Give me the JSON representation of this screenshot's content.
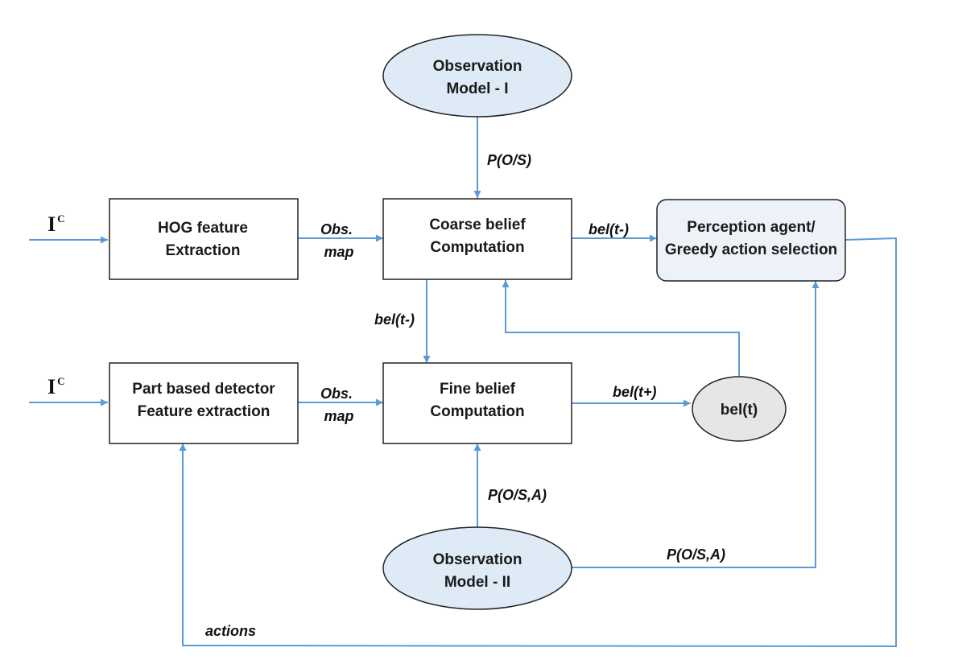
{
  "nodes": {
    "observation_model_1": {
      "lines": [
        "Observation",
        "Model - I"
      ]
    },
    "hog": {
      "lines": [
        "HOG feature",
        "Extraction"
      ]
    },
    "coarse": {
      "lines": [
        "Coarse belief",
        "Computation"
      ]
    },
    "perception": {
      "lines": [
        "Perception agent/",
        "Greedy action selection"
      ]
    },
    "part_based": {
      "lines": [
        "Part based detector",
        "Feature extraction"
      ]
    },
    "fine": {
      "lines": [
        "Fine belief",
        "Computation"
      ]
    },
    "belt": {
      "lines": [
        "bel(t)"
      ]
    },
    "observation_model_2": {
      "lines": [
        "Observation",
        "Model - II"
      ]
    }
  },
  "inputs": {
    "top": {
      "base": "I",
      "sup": "C"
    },
    "bottom": {
      "base": "I",
      "sup": "C"
    }
  },
  "edge_labels": {
    "p_o_s": "P(O/S)",
    "obs_map_top": [
      "Obs.",
      "map"
    ],
    "obs_map_bottom": [
      "Obs.",
      "map"
    ],
    "bel_t_minus_right": "bel(t-)",
    "bel_t_minus_down": "bel(t-)",
    "bel_t_plus": "bel(t+)",
    "p_o_s_a_up": "P(O/S,A)",
    "p_o_s_a_right": "P(O/S,A)",
    "actions": "actions"
  },
  "colors": {
    "arrow": "#5b9bd5",
    "ellipse_fill": "#deebf7",
    "perception_fill": "#edf2f9",
    "belt_fill": "#e6e6e6",
    "border": "#222222"
  }
}
